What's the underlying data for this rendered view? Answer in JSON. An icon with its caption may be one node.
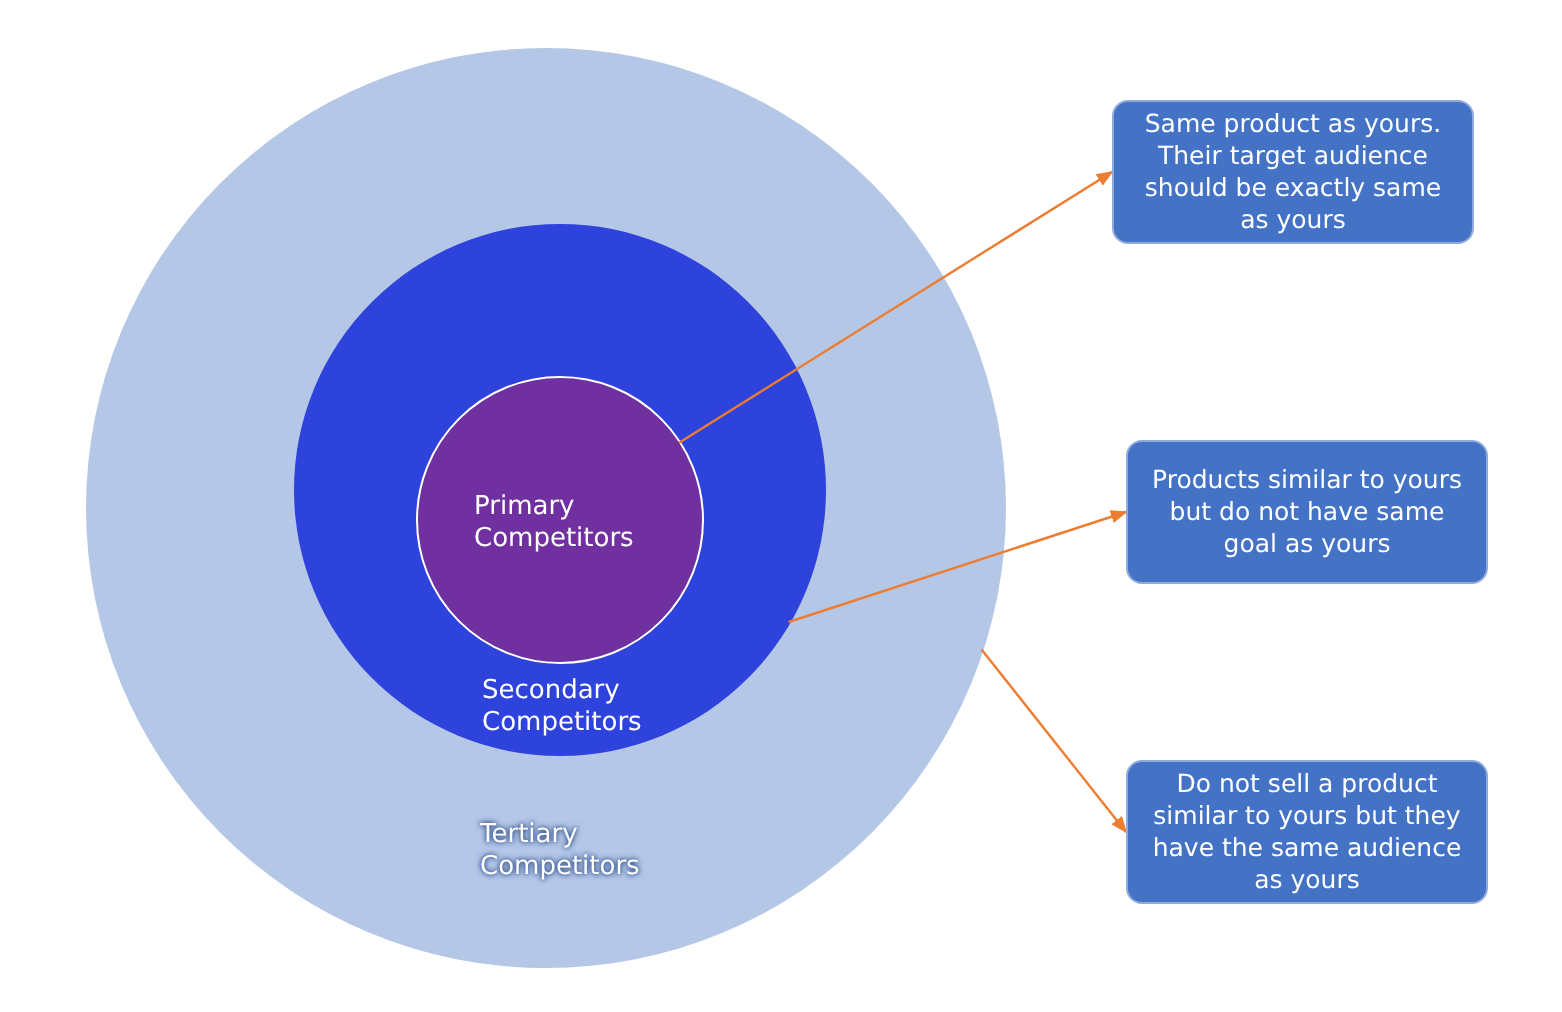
{
  "diagram": {
    "nodes": [
      {
        "text": [
          "Tertiary Competitors"
        ]
      },
      {
        "text": [
          "Secondary Competitors"
        ],
        "in": 0
      },
      {
        "text": [
          "Primary Competitors"
        ],
        "in": 1
      },
      {
        "text": [
          "Same product as yours. Their target audience should be exactly same as yours"
        ]
      },
      {
        "text": [
          "Products similar to yours but do not have same goal as yours"
        ]
      },
      {
        "text": [
          "Do not sell a product similar to yours but they have the same audience as yours"
        ]
      }
    ],
    "edges": [
      {
        "from": 2,
        "to": 3,
        "arrow": "to"
      },
      {
        "from": 1,
        "to": 4,
        "arrow": "to"
      },
      {
        "from": 0,
        "to": 5,
        "arrow": "to"
      }
    ]
  }
}
